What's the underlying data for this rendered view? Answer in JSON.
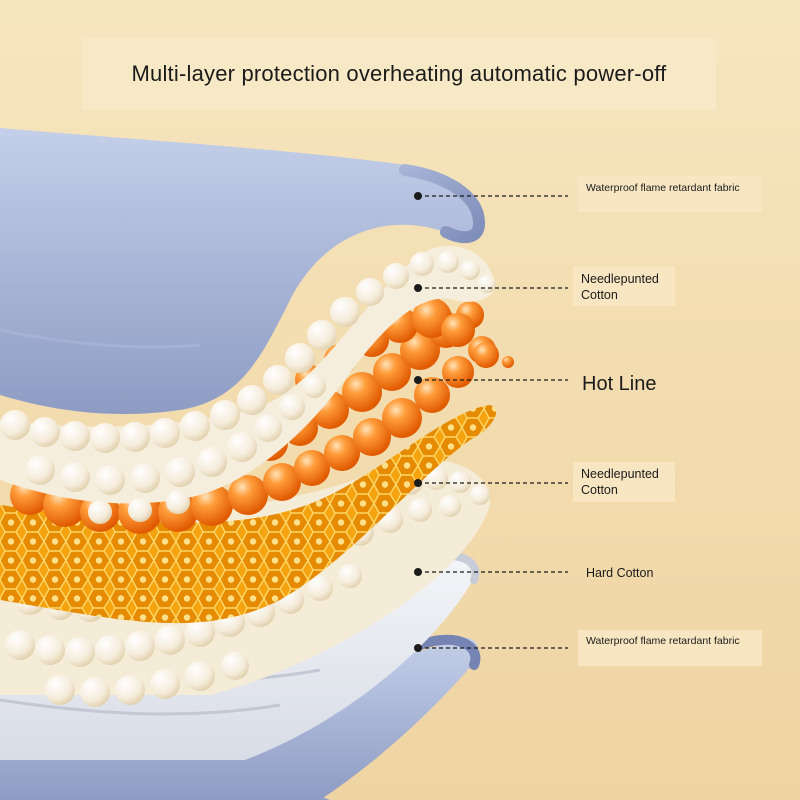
{
  "title": "Multi-layer protection overheating automatic power-off",
  "layers": [
    {
      "id": "top-fabric",
      "label": "Waterproof flame retardant fabric"
    },
    {
      "id": "needlepunted-top",
      "label": "Needlepunted Cotton"
    },
    {
      "id": "hot-line",
      "label": "Hot Line"
    },
    {
      "id": "needlepunted-bottom",
      "label": "Needlepunted Cotton"
    },
    {
      "id": "hard-cotton",
      "label": "Hard Cotton"
    },
    {
      "id": "bottom-fabric",
      "label": "Waterproof flame retardant fabric"
    }
  ],
  "colors": {
    "background": "#f3ddb0",
    "fabric": "#9aa6c8",
    "fabric_light": "#b8c4e2",
    "cotton": "#f7f1e4",
    "cotton_shadow": "#e6d6b8",
    "hot": "#f17a12",
    "hot_light": "#ffb35c",
    "gold": "#f4b31b",
    "hard_cotton": "#e9ecf2",
    "leader_line": "#1b1b1b"
  }
}
